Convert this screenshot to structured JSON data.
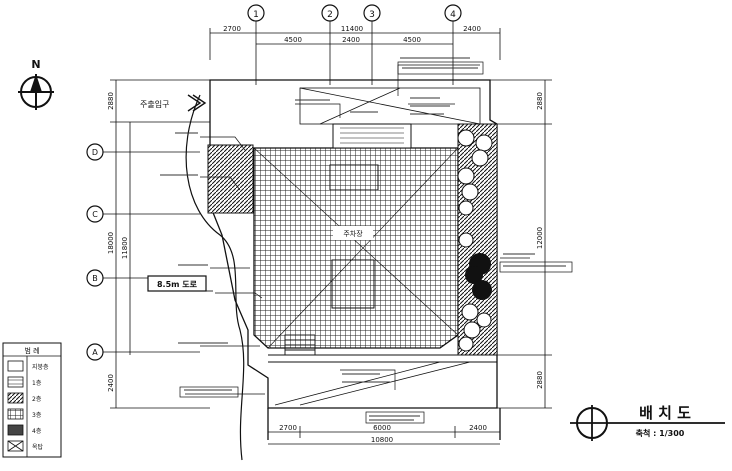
{
  "column_markers": [
    "1",
    "2",
    "3",
    "4"
  ],
  "row_markers": [
    "D",
    "C",
    "B",
    "A"
  ],
  "top_dims": {
    "row1": [
      "2700",
      "11400",
      "2400"
    ],
    "row2": [
      "4500",
      "2400",
      "4500"
    ]
  },
  "bottom_dims": {
    "row1": [
      "2700",
      "6000",
      "2400"
    ],
    "row2": [
      "10800"
    ]
  },
  "left_dims": {
    "outer": [
      "2880",
      "18000",
      "2400"
    ],
    "inner": [
      "11800"
    ]
  },
  "right_dims": [
    "2880",
    "12000",
    "2880"
  ],
  "labels": {
    "main_entrance": "주출입구",
    "road": "8.5m 도로",
    "center": "주차장"
  },
  "title": {
    "main": "배 치 도",
    "scale_label": "축척 : 1/300"
  },
  "north_label": "N",
  "legend": {
    "header": "범 례",
    "items": [
      "지붕층",
      "1층",
      "2층",
      "3층",
      "4층",
      "옥탑"
    ]
  }
}
